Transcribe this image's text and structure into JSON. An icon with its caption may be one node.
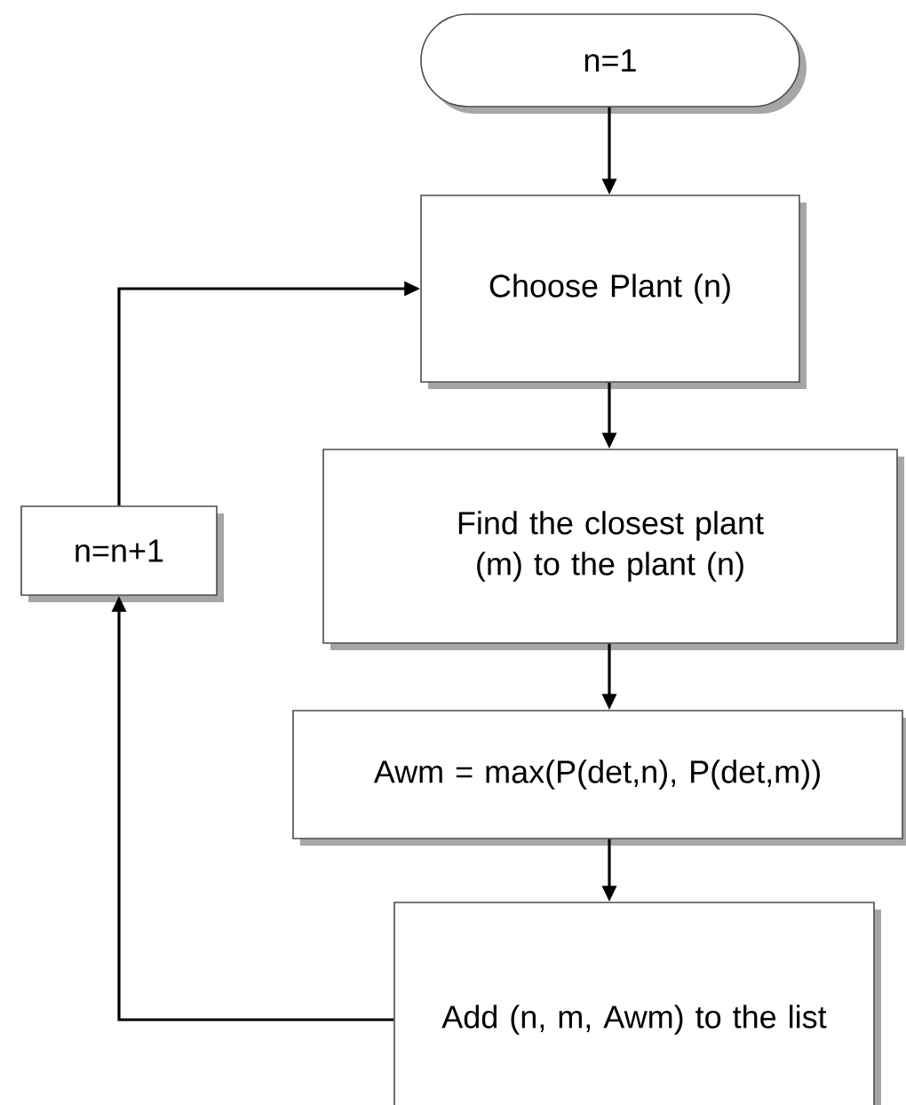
{
  "diagram": {
    "nodes": [
      {
        "text": [
          "n=1"
        ]
      },
      {
        "text": [
          "Choose Plant (n)"
        ]
      },
      {
        "text": [
          "Find the closest plant (m) to the plant (n)"
        ]
      },
      {
        "text": [
          "Awm = max(P(det,n), P(det,m))"
        ]
      },
      {
        "text": [
          "Add (n, m, Awm) to the list"
        ]
      },
      {
        "text": [
          "n=n+1"
        ]
      }
    ],
    "edges": [
      {
        "from": 0,
        "to": 1,
        "arrow": "to"
      },
      {
        "from": 1,
        "to": 2,
        "arrow": "to"
      },
      {
        "from": 2,
        "to": 3,
        "arrow": "to"
      },
      {
        "from": 3,
        "to": 4,
        "arrow": "to"
      },
      {
        "from": 4,
        "to": 5,
        "arrow": "to"
      },
      {
        "from": 5,
        "to": 1,
        "arrow": "to"
      }
    ]
  }
}
